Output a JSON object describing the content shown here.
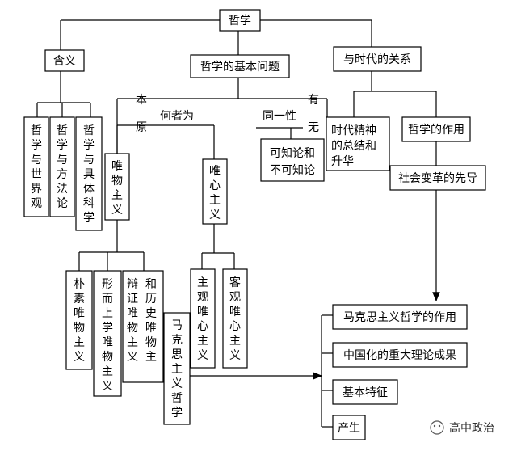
{
  "root": "哲学",
  "level1": {
    "meaning": "含义",
    "basic_question": "哲学的基本问题",
    "era_relation": "与时代的关系"
  },
  "meaning_items": [
    "哲学与世界观",
    "哲学与方法论",
    "哲学与具体科学"
  ],
  "basic_question_branches": {
    "origin": {
      "label_chars": [
        "本",
        "原"
      ],
      "edge_label": "何者为"
    },
    "identity": {
      "label_chars": [
        "有",
        "无"
      ],
      "edge_label": "同一性"
    }
  },
  "materialism": "唯物主义",
  "idealism": "唯心主义",
  "knowability": [
    "可知论和",
    "不可知论"
  ],
  "materialism_forms": [
    "朴素唯物主义",
    "形而上学唯物主义",
    "辩证唯物主义和历史唯物主义"
  ],
  "idealism_forms": [
    "主观唯心主义",
    "客观唯心主义"
  ],
  "marxism": "马克思主义哲学",
  "era_items": {
    "spirit": [
      "时代精神",
      "的总结和",
      "升华"
    ],
    "role": "哲学的作用",
    "pioneer": "社会变革的先导"
  },
  "marxism_items": [
    "马克思主义哲学的作用",
    "中国化的重大理论成果",
    "基本特征",
    "产生"
  ],
  "watermark": "高中政治"
}
